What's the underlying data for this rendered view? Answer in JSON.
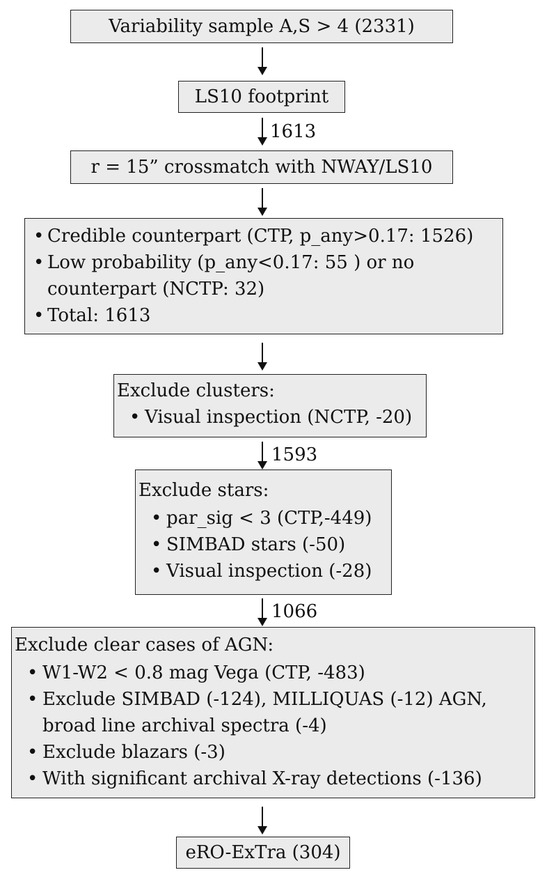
{
  "flow": {
    "step1": {
      "label": "Variability sample A,S > 4 (2331)"
    },
    "step2": {
      "label": "LS10 footprint"
    },
    "count1": "1613",
    "step3": {
      "label": "r = 15” crossmatch with NWAY/LS10"
    },
    "step4": {
      "items": [
        "Credible counterpart (CTP, p_any>0.17: 1526)",
        "Low probability (p_any<0.17: 55 ) or no counterpart (NCTP: 32)",
        "Total: 1613"
      ]
    },
    "step5": {
      "heading": "Exclude clusters:",
      "items": [
        "Visual inspection (NCTP, -20)"
      ]
    },
    "count2": "1593",
    "step6": {
      "heading": "Exclude stars:",
      "items": [
        "par_sig < 3 (CTP,-449)",
        "SIMBAD stars (-50)",
        "Visual inspection (-28)"
      ]
    },
    "count3": "1066",
    "step7": {
      "heading": "Exclude clear cases of AGN:",
      "items": [
        "W1-W2 < 0.8 mag Vega (CTP, -483)",
        "Exclude SIMBAD (-124), MILLIQUAS (-12) AGN, broad line archival spectra (-4)",
        "Exclude blazars (-3)",
        "With significant archival X-ray detections (-136)"
      ]
    },
    "step8": {
      "label": "eRO-ExTra (304)"
    }
  }
}
